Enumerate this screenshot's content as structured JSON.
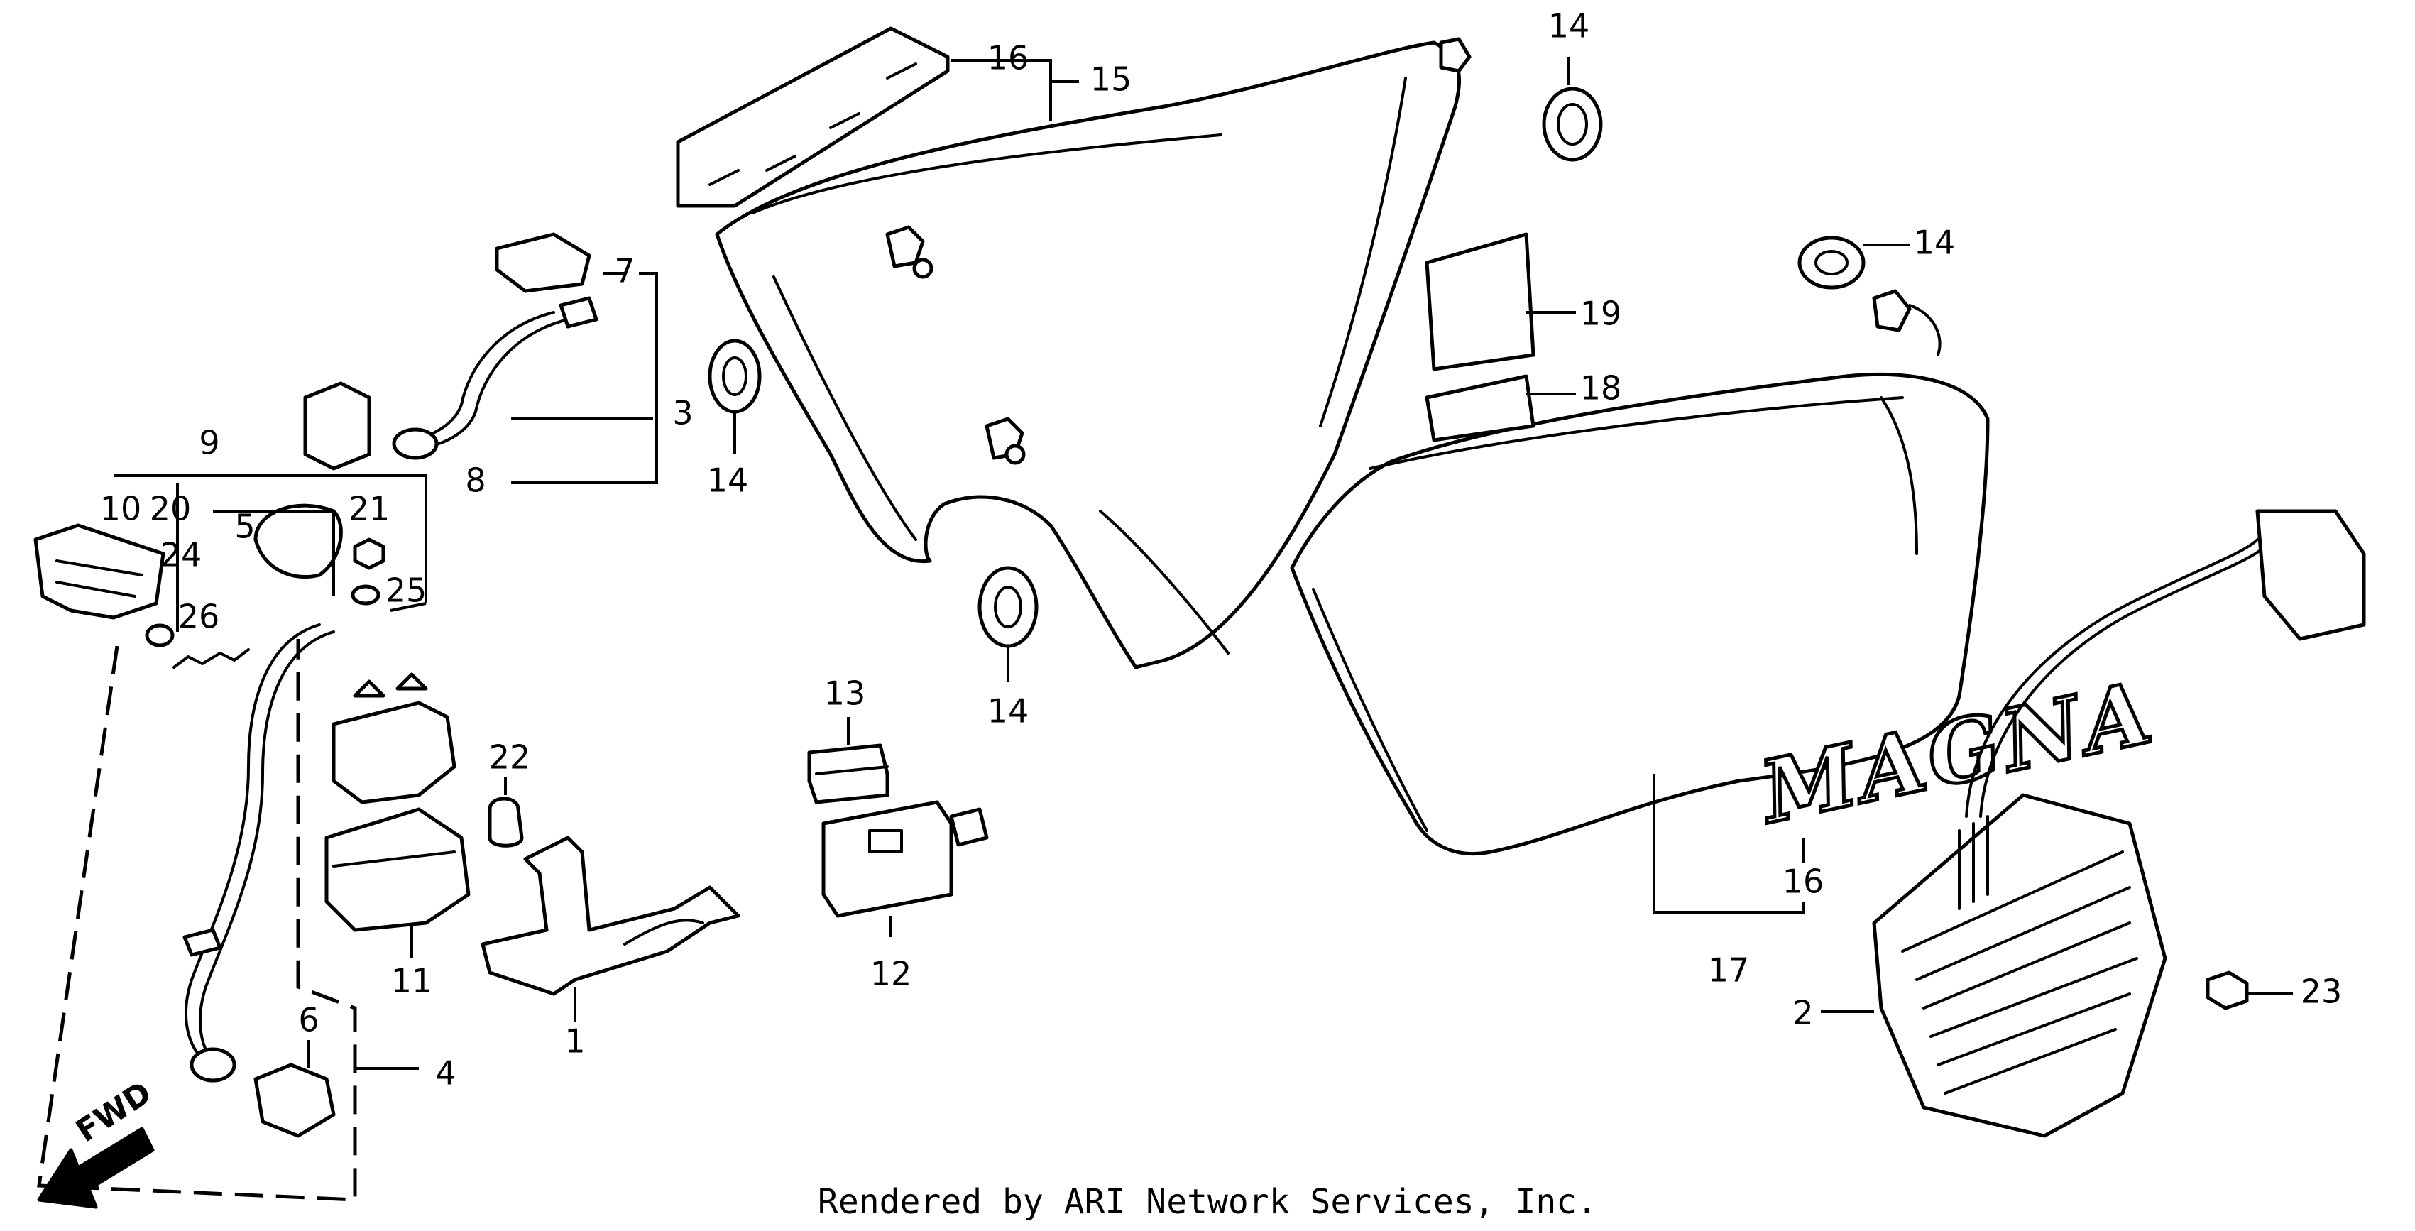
{
  "credit": "Rendered by ARI Network Services, Inc.",
  "fwd_label": "FWD",
  "logo_text": "MAGNA",
  "callouts": [
    "1",
    "2",
    "3",
    "4",
    "5",
    "6",
    "7",
    "8",
    "9",
    "10",
    "11",
    "12",
    "13",
    "14",
    "15",
    "16",
    "17",
    "18",
    "19",
    "20",
    "21",
    "22",
    "23",
    "24",
    "25",
    "26"
  ],
  "callout_instances": [
    {
      "id": "1",
      "text": "1"
    },
    {
      "id": "2",
      "text": "2"
    },
    {
      "id": "3",
      "text": "3"
    },
    {
      "id": "4",
      "text": "4"
    },
    {
      "id": "5",
      "text": "5"
    },
    {
      "id": "6",
      "text": "6"
    },
    {
      "id": "7",
      "text": "7"
    },
    {
      "id": "8",
      "text": "8"
    },
    {
      "id": "9",
      "text": "9"
    },
    {
      "id": "10",
      "text": "10"
    },
    {
      "id": "11",
      "text": "11"
    },
    {
      "id": "12",
      "text": "12"
    },
    {
      "id": "13",
      "text": "13"
    },
    {
      "id": "14a",
      "text": "14"
    },
    {
      "id": "14b",
      "text": "14"
    },
    {
      "id": "14c",
      "text": "14"
    },
    {
      "id": "14d",
      "text": "14"
    },
    {
      "id": "15",
      "text": "15"
    },
    {
      "id": "16a",
      "text": "16"
    },
    {
      "id": "16b",
      "text": "16"
    },
    {
      "id": "17",
      "text": "17"
    },
    {
      "id": "18",
      "text": "18"
    },
    {
      "id": "19",
      "text": "19"
    },
    {
      "id": "20",
      "text": "20"
    },
    {
      "id": "21",
      "text": "21"
    },
    {
      "id": "22",
      "text": "22"
    },
    {
      "id": "23",
      "text": "23"
    },
    {
      "id": "24",
      "text": "24"
    },
    {
      "id": "25",
      "text": "25"
    },
    {
      "id": "26",
      "text": "26"
    }
  ]
}
